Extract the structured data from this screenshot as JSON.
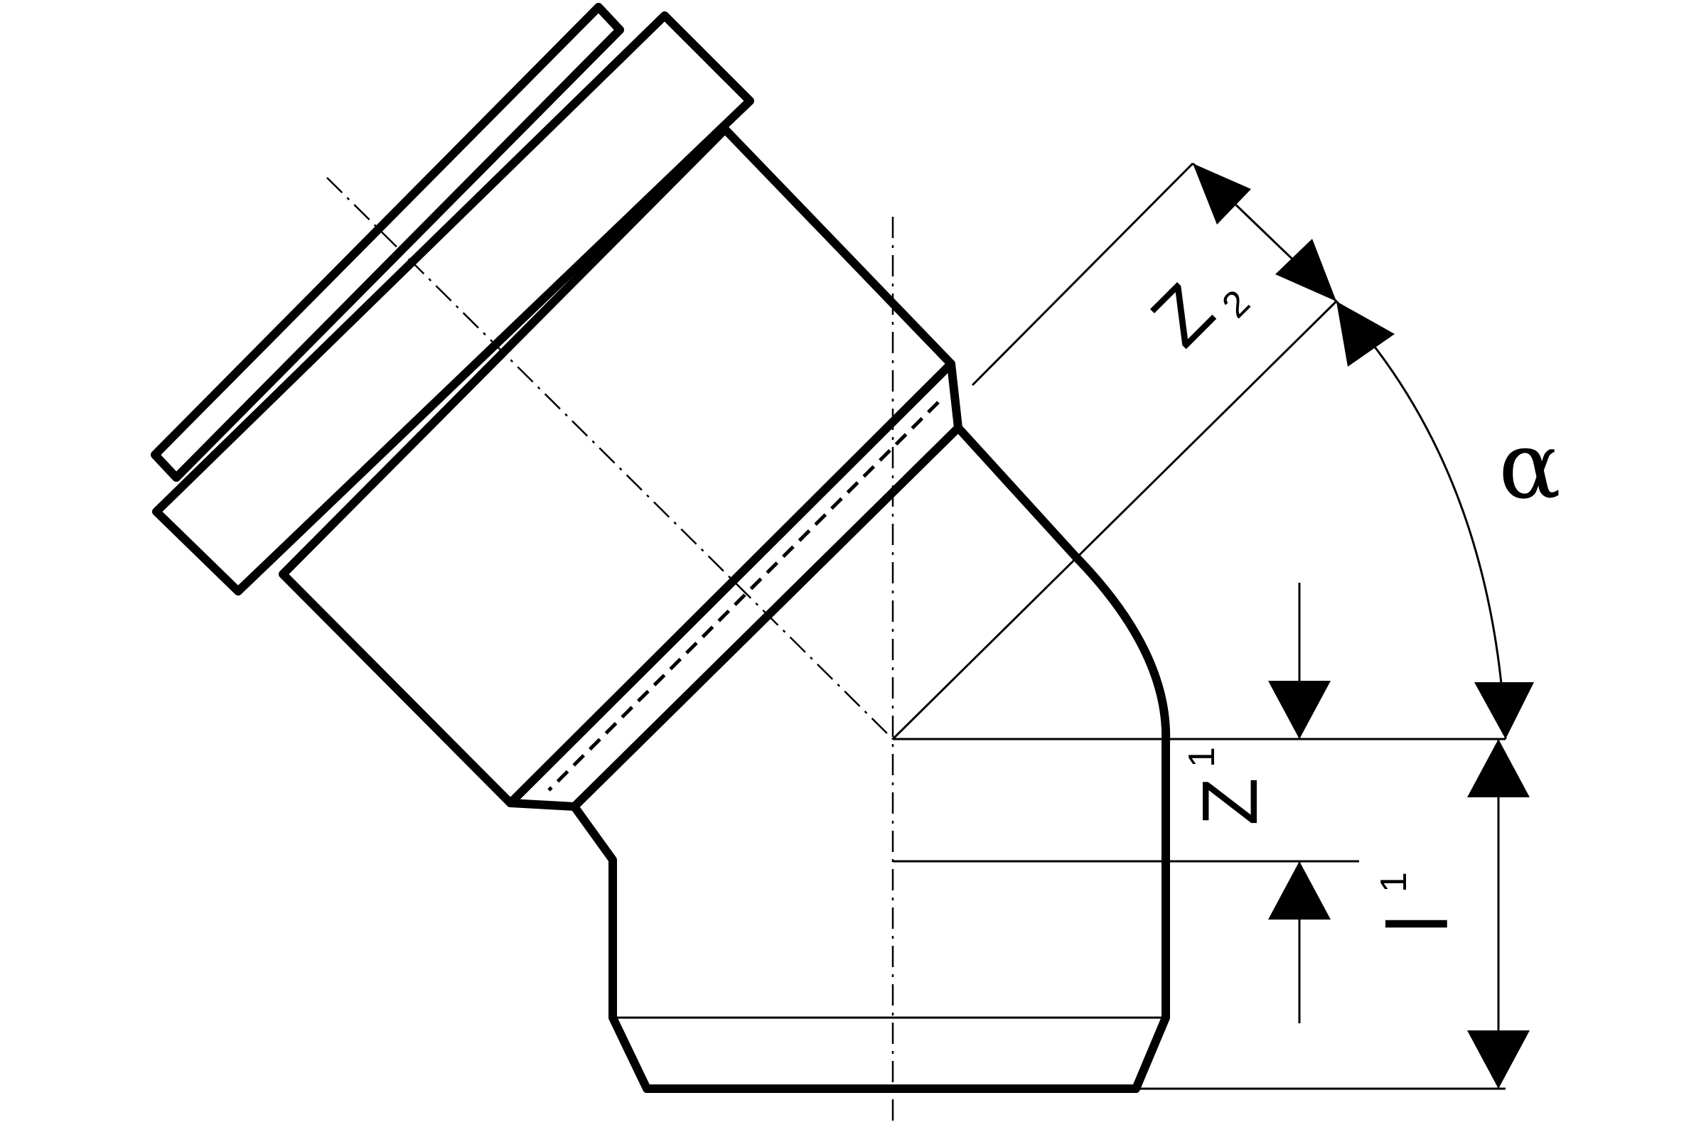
{
  "diagram": {
    "labels": {
      "z2_main": "Z",
      "z2_sub": "2",
      "z1_main": "Z",
      "z1_sub": "1",
      "l1_main": "l",
      "l1_sub": "1",
      "alpha": "α"
    }
  }
}
